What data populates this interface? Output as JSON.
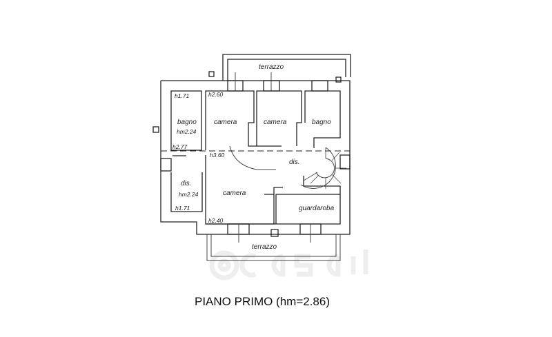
{
  "plan": {
    "title": "PIANO PRIMO (hm=2.86)",
    "watermark": "casa.it",
    "rooms": {
      "terrazzo_top": "terrazzo",
      "terrazzo_bottom": "terrazzo",
      "bagno_left": "bagno",
      "camera_1": "camera",
      "camera_2": "camera",
      "bagno_right": "bagno",
      "dis_center": "dis.",
      "dis_left": "dis.",
      "camera_bottom": "camera",
      "guardaroba": "guardaroba"
    },
    "heights": {
      "bagno_h": "h1.71",
      "bagno_hm": "hm2.24",
      "camera_h": "h2.60",
      "corridor_h": "h2.77",
      "dis_h": "h3.60",
      "dis_left_hm": "hm2.24",
      "dis_left_h": "h1.71",
      "camera_bottom_h": "h2.40"
    }
  }
}
